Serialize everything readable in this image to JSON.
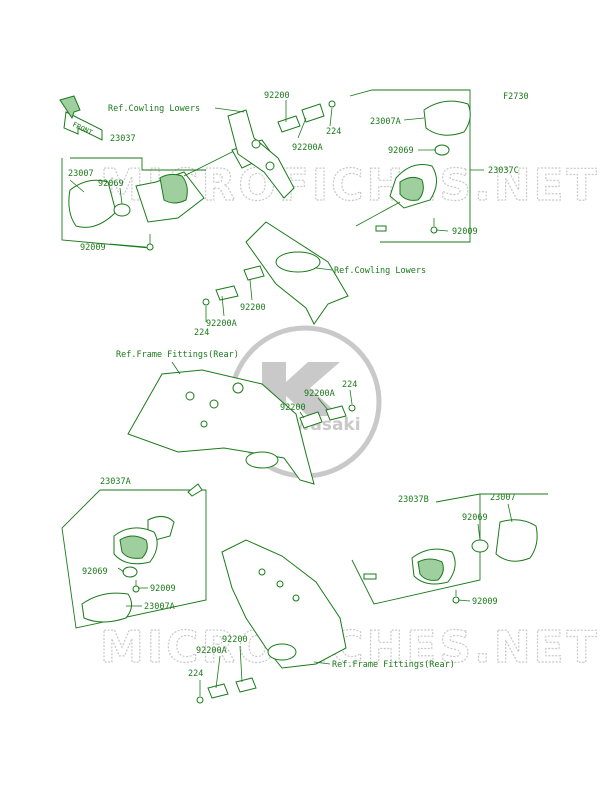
{
  "figure_code": "F2730",
  "front_label": "FRONT",
  "watermark": "MICROFICHES.NET",
  "logo_text": "Kawasaki",
  "labels": {
    "ref_cowling_lowers_1": "Ref.Cowling Lowers",
    "ref_cowling_lowers_2": "Ref.Cowling Lowers",
    "ref_frame_fittings_rear_1": "Ref.Frame Fittings(Rear)",
    "ref_frame_fittings_rear_2": "Ref.Frame Fittings(Rear)",
    "p23037": "23037",
    "p23007_a": "23007",
    "p92069_a": "92069",
    "p92009_a": "92009",
    "p92200_top": "92200",
    "p92200A_top": "92200A",
    "p224_top": "224",
    "p23007A_top": "23007A",
    "p92069_b": "92069",
    "p23037C": "23037C",
    "p92009_b": "92009",
    "p92200_mid": "92200",
    "p92200A_mid": "92200A",
    "p224_mid": "224",
    "p92200A_r": "92200A",
    "p224_r": "224",
    "p92200_r": "92200",
    "p23037A": "23037A",
    "p92069_c": "92069",
    "p92009_c": "92009",
    "p23007A_bot": "23007A",
    "p23037B": "23037B",
    "p23007_b": "23007",
    "p92069_d": "92069",
    "p92009_d": "92009",
    "p92200_bot": "92200",
    "p92200A_bot": "92200A",
    "p224_bot": "224"
  }
}
